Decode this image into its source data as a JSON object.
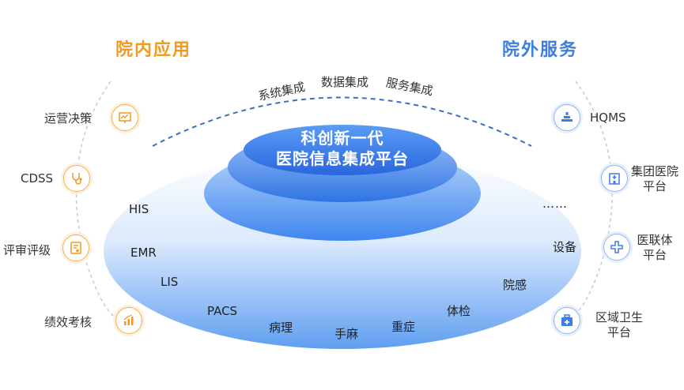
{
  "headings": {
    "left": "院内应用",
    "right": "院外服务"
  },
  "colors": {
    "left_accent": "#f39a1e",
    "right_accent": "#3d7fe0",
    "platform_blue": "#3f86ef"
  },
  "integration": [
    "系统集成",
    "数据集成",
    "服务集成"
  ],
  "center_title": {
    "line1": "科创新一代",
    "line2": "医院信息集成平台"
  },
  "left_apps": [
    {
      "label": "运营决策",
      "icon": "presentation-chart-icon"
    },
    {
      "label": "CDSS",
      "icon": "stethoscope-icon"
    },
    {
      "label": "评审评级",
      "icon": "clipboard-certificate-icon"
    },
    {
      "label": "绩效考核",
      "icon": "bar-chart-icon"
    }
  ],
  "right_services": [
    {
      "label": "HQMS",
      "icon": "hospital-bed-icon"
    },
    {
      "label": "集团医院\n平台",
      "icon": "hospital-building-icon"
    },
    {
      "label": "医联体\n平台",
      "icon": "medical-cross-icon"
    },
    {
      "label": "区域卫生\n平台",
      "icon": "medical-kit-icon"
    }
  ],
  "systems": {
    "his": "HIS",
    "emr": "EMR",
    "lis": "LIS",
    "pacs": "PACS",
    "pathology": "病理",
    "anesthesia": "手麻",
    "icu": "重症",
    "checkup": "体检",
    "infection": "院感",
    "equipment": "设备",
    "more": "……"
  }
}
